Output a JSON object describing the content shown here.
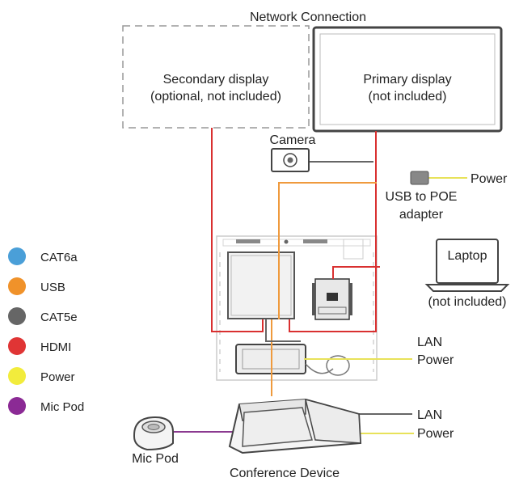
{
  "title": "Network Connection",
  "secondary_display": {
    "line1": "Secondary display",
    "line2": "(optional, not included)"
  },
  "primary_display": {
    "line1": "Primary display",
    "line2": "(not included)"
  },
  "camera": "Camera",
  "usb_poe": {
    "line1": "USB to POE",
    "line2": "adapter"
  },
  "power_top": "Power",
  "laptop": {
    "label": "Laptop",
    "note": "(not included)"
  },
  "controller_lan": "LAN",
  "controller_power": "Power",
  "device_lan": "LAN",
  "device_power": "Power",
  "mic_pod": "Mic Pod",
  "conference_device": "Conference Device",
  "legend": [
    {
      "label": "CAT6a",
      "color": "#4a9fd8"
    },
    {
      "label": "USB",
      "color": "#f0922a"
    },
    {
      "label": "CAT5e",
      "color": "#666666"
    },
    {
      "label": "HDMI",
      "color": "#e03535"
    },
    {
      "label": "Power",
      "color": "#f2ec3c"
    },
    {
      "label": "Mic Pod",
      "color": "#8b2a95"
    }
  ],
  "colors": {
    "hdmi": "#d93030",
    "usb": "#ef9a3d",
    "cat5e": "#666666",
    "power": "#e8e25a",
    "mic": "#8b3a90"
  }
}
